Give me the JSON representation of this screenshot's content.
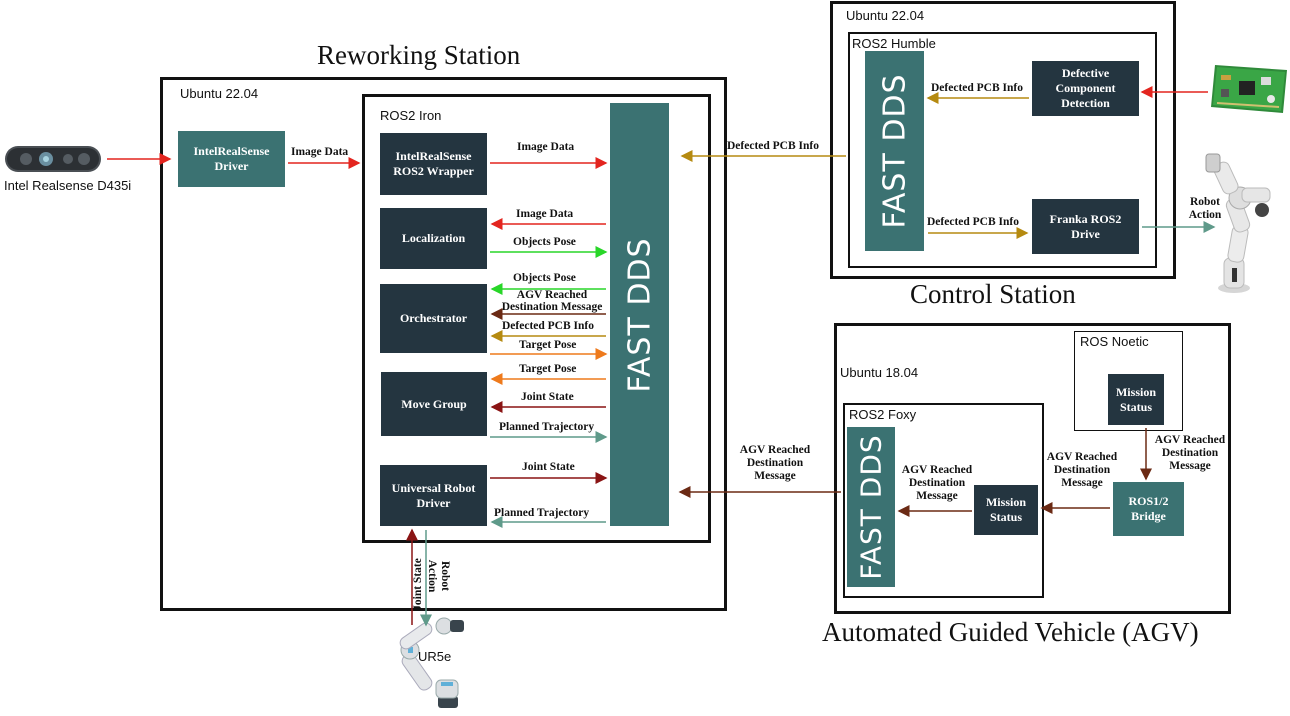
{
  "titles": {
    "reworking_station": "Reworking Station",
    "control_station": "Control Station",
    "agv": "Automated Guided Vehicle (AGV)"
  },
  "frames": {
    "rw_ubuntu": "Ubuntu 22.04",
    "rw_ros": "ROS2 Iron",
    "cs_ubuntu": "Ubuntu 22.04",
    "cs_ros": "ROS2 Humble",
    "agv_ubuntu": "Ubuntu 18.04",
    "agv_ros2": "ROS2 Foxy",
    "agv_noetic": "ROS Noetic"
  },
  "nodes": {
    "realsense_driver": "IntelRealSense Driver",
    "realsense_wrapper": "IntelRealSense ROS2 Wrapper",
    "localization": "Localization",
    "orchestrator": "Orchestrator",
    "move_group": "Move Group",
    "ur_driver": "Universal Robot Driver",
    "defect_detection": "Defective Component Detection",
    "franka_drive": "Franka ROS2 Drive",
    "mission_status_noetic": "Mission Status",
    "ros_bridge": "ROS1/2 Bridge",
    "mission_status_foxy": "Mission Status"
  },
  "dds_label": "FAST DDS",
  "devices": {
    "realsense_camera": "Intel Realsense D435i",
    "ur5e": "UR5e"
  },
  "edge_labels": {
    "cam_image": "Image Data",
    "wrapper_image": "Image Data",
    "loc_image": "Image Data",
    "loc_pose": "Objects Pose",
    "orch_pose": "Objects Pose",
    "orch_agv": "AGV Reached Destination Message",
    "orch_pcb": "Defected PCB Info",
    "orch_target": "Target Pose",
    "mg_target": "Target Pose",
    "mg_joint": "Joint State",
    "mg_traj": "Planned Trajectory",
    "ur_joint": "Joint State",
    "ur_traj": "Planned Trajectory",
    "ur5e_joint": "Joint State",
    "ur5e_action": "Robot Action",
    "cs_to_rw_pcb": "Defected PCB Info",
    "detect_to_dds": "Defected PCB Info",
    "dds_to_franka": "Defected PCB Info",
    "franka_action": "Robot Action",
    "agv_to_rw": "AGV Reached Destination Message",
    "mission_to_dds": "AGV Reached Destination Message",
    "bridge_to_mission": "AGV Reached Destination Message",
    "noetic_to_bridge": "AGV Reached Destination Message"
  },
  "colors": {
    "dark_node": "#243540",
    "teal_node": "#3b7272",
    "image_data": "#e3251f",
    "objects_pose": "#28d628",
    "agv_message": "#6b2a14",
    "pcb_info": "#b58a10",
    "target_pose": "#ee7a1c",
    "joint_state": "#8a1414",
    "trajectory": "#5f9a8a"
  }
}
